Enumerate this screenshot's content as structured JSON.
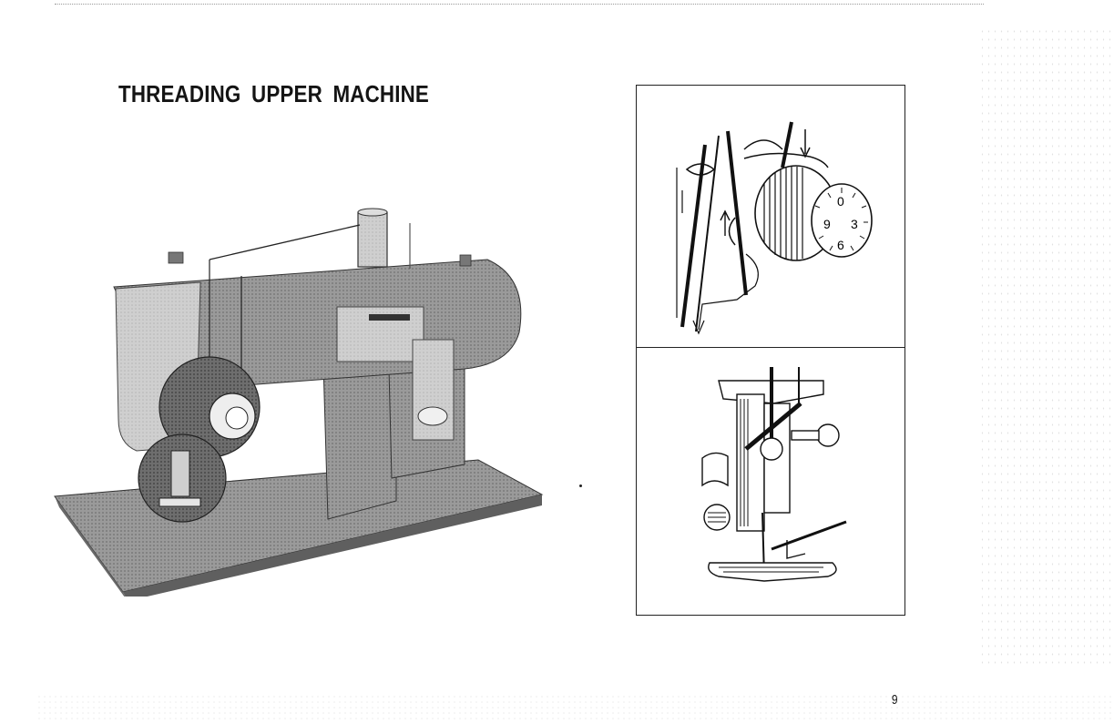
{
  "heading": "THREADING  UPPER  MACHINE",
  "page_number": "9",
  "figures": {
    "machine": {
      "icon": "sewing-machine-icon"
    },
    "tension_dial": {
      "icon": "tension-dial-icon",
      "dial_numbers": [
        "0",
        "3",
        "6",
        "9"
      ]
    },
    "needle_area": {
      "icon": "presser-foot-needle-icon"
    }
  },
  "colors": {
    "ink": "#141414",
    "machine_body": "#8c8c8c",
    "machine_shadow": "#5e5e5e",
    "bed": "#9b9b9b",
    "paper": "#ffffff"
  }
}
